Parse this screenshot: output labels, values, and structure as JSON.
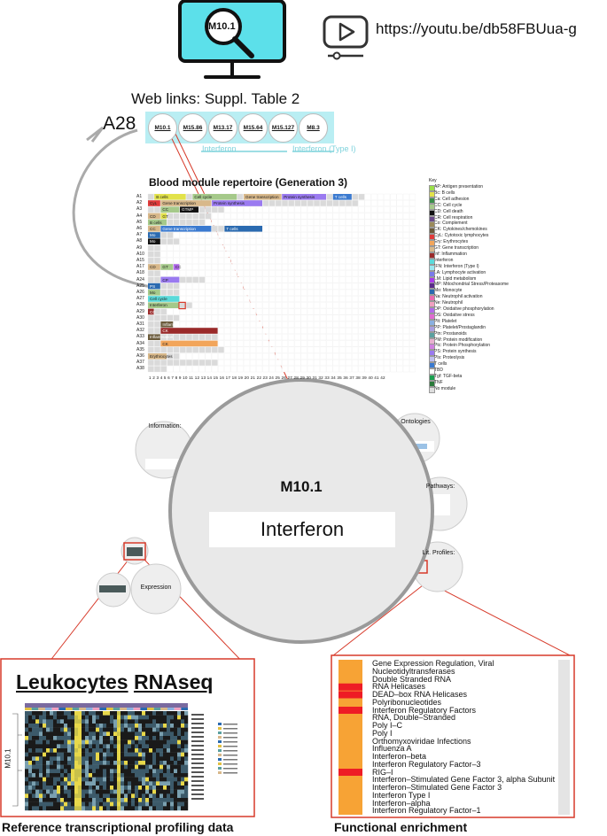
{
  "header": {
    "monitor_label": "M10.1",
    "video_url": "https://youtu.be/db58FBUua-g",
    "web_links": "Web links: Suppl. Table 2",
    "row_label": "A28",
    "modules": [
      "M10.1",
      "M15.86",
      "M13.17",
      "M15.64",
      "M15.127",
      "M8.3"
    ],
    "group_interferon": "Interferon",
    "group_interferon_type1": "Interferon (Type I)"
  },
  "repertoire": {
    "title": "Blood module repertoire (Generation 3)",
    "rows": [
      "A1",
      "A2",
      "A3",
      "A4",
      "A5",
      "A6",
      "A7",
      "A8",
      "A9",
      "A10",
      "A15",
      "A17",
      "A18",
      "A24",
      "A25",
      "A26",
      "A27",
      "A28",
      "A29",
      "A30",
      "A31",
      "A32",
      "A33",
      "A34",
      "A35",
      "A36",
      "A37",
      "A38"
    ],
    "bar_labels": [
      "B cells",
      "Cell cycle",
      "Gene transcription",
      "Protein synthesis",
      "T cells",
      "CyL",
      "Gene transcription",
      "Protein synthesis",
      "CC",
      "GTMP",
      "CD",
      "GT",
      "B cells",
      "CC",
      "Gene transcription",
      "T cells",
      "Mo",
      "Mo",
      "CD",
      "GT",
      "CC",
      "CP",
      "PS",
      "Mo",
      "Cell cycle",
      "Interferon",
      "CC",
      "Inflammation",
      "CK",
      "Inflammation",
      "CK",
      "Erythrocytes",
      "GT"
    ],
    "col_numbers": "1 2 3 4 5 6 7 8 9 10 11 12 13 14 15 16 17 18 19 20 21 22 23 24 25 26 27 28 29 30 31 32 33 34 35 36 37 38 39 40 41 42",
    "key_title": "Key",
    "key": [
      {
        "label": "AP: Antigen presentation",
        "color": "#9be04a"
      },
      {
        "label": "Bc: B cells",
        "color": "#e2e24a"
      },
      {
        "label": "Ca: Cell adhesion",
        "color": "#3a8f4a"
      },
      {
        "label": "CC: Cell cycle",
        "color": "#a5c98a"
      },
      {
        "label": "CD: Cell death",
        "color": "#111111"
      },
      {
        "label": "CR: Cell respiration",
        "color": "#6a4a8a"
      },
      {
        "label": "Co: Complement",
        "color": "#9a8a5a"
      },
      {
        "label": "CK: Cytokines/chemokines",
        "color": "#6a5a3a"
      },
      {
        "label": "CyL: Cytotoxic lymphocytes",
        "color": "#e03a3a"
      },
      {
        "label": "Ery: Erythrocytes",
        "color": "#f2a55a"
      },
      {
        "label": "GT: Gene transcription",
        "color": "#d8b88a"
      },
      {
        "label": "Inf: Inflammation",
        "color": "#9a2a2a"
      },
      {
        "label": "Interferon",
        "color": "#5adada"
      },
      {
        "label": "IFN: Interferon (Type I)",
        "color": "#9ae8f0"
      },
      {
        "label": "LA: Lymphocyte activation",
        "color": "#7a7aea"
      },
      {
        "label": "LM: Lipid metabolism",
        "color": "#aa3aea"
      },
      {
        "label": "MP: Mitochondrial Stress/Proteasome",
        "color": "#5a2a8a"
      },
      {
        "label": "Mo: Monocyte",
        "color": "#2a6ab0"
      },
      {
        "label": "Na: Neutrophil activation",
        "color": "#ea6ab0"
      },
      {
        "label": "Ne: Neutrophil",
        "color": "#f0a0c0"
      },
      {
        "label": "OP: Oxidative phosphorylation",
        "color": "#b06aea"
      },
      {
        "label": "OS: Oxidative stress",
        "color": "#e06ad0"
      },
      {
        "label": "Plt: Platelet",
        "color": "#8ab0e0"
      },
      {
        "label": "PP: Platelet/Prostaglandin",
        "color": "#aaa0e0"
      },
      {
        "label": "Ptn: Prostanoids",
        "color": "#5aa0a0"
      },
      {
        "label": "PM: Protein modification",
        "color": "#e8b0d0"
      },
      {
        "label": "Ptc: Protein Phosphorylation",
        "color": "#d080e0"
      },
      {
        "label": "PS: Protein synthesis",
        "color": "#9a7af0"
      },
      {
        "label": "Pls: Proteolysis",
        "color": "#c0c0f0"
      },
      {
        "label": "T cells",
        "color": "#3a7ad0"
      },
      {
        "label": "TBD",
        "color": "#ffffff"
      },
      {
        "label": "Tgf: TGF-beta",
        "color": "#1aa050"
      },
      {
        "label": "TNF",
        "color": "#2a7a3a"
      },
      {
        "label": "No module",
        "color": "#dddddd"
      }
    ]
  },
  "center": {
    "module_id": "M10.1",
    "module_name": "Interferon"
  },
  "satellites": {
    "information": "Information:",
    "ontologies": "Ontologies",
    "pathways": "Pathways:",
    "lit_profiles": "Lit. Profiles:",
    "expression": "Expression"
  },
  "leukocytes": {
    "title_part1": "Leukocytes",
    "title_part2": "RNAseq",
    "y_label": "M10.1",
    "caption": "Reference transcriptional profiling data"
  },
  "enrichment": {
    "caption": "Functional enrichment",
    "terms": [
      {
        "label": "Gene Expression Regulation, Viral",
        "highlight": false
      },
      {
        "label": "Nucleotidyltransferases",
        "highlight": false
      },
      {
        "label": "Double Stranded RNA",
        "highlight": false
      },
      {
        "label": "RNA Helicases",
        "highlight": true
      },
      {
        "label": "DEAD–box RNA Helicases",
        "highlight": true
      },
      {
        "label": "Polyribonucleotides",
        "highlight": false
      },
      {
        "label": "Interferon Regulatory Factors",
        "highlight": true
      },
      {
        "label": "RNA, Double–Stranded",
        "highlight": false
      },
      {
        "label": "Poly I–C",
        "highlight": false
      },
      {
        "label": "Poly I",
        "highlight": false
      },
      {
        "label": "Orthomyxoviridae Infections",
        "highlight": false
      },
      {
        "label": "Influenza A",
        "highlight": false
      },
      {
        "label": "Interferon–beta",
        "highlight": false
      },
      {
        "label": "Interferon Regulatory Factor–3",
        "highlight": false
      },
      {
        "label": "RIG–I",
        "highlight": true
      },
      {
        "label": "Interferon–Stimulated Gene Factor 3, alpha Subunit",
        "highlight": false
      },
      {
        "label": "Interferon–Stimulated Gene Factor 3",
        "highlight": false
      },
      {
        "label": "Interferon Type I",
        "highlight": false
      },
      {
        "label": "Interferon–alpha",
        "highlight": false
      },
      {
        "label": "Interferon Regulatory Factor–1",
        "highlight": false
      }
    ],
    "bar_orange": "#f7a335",
    "bar_red": "#ee1c25"
  }
}
